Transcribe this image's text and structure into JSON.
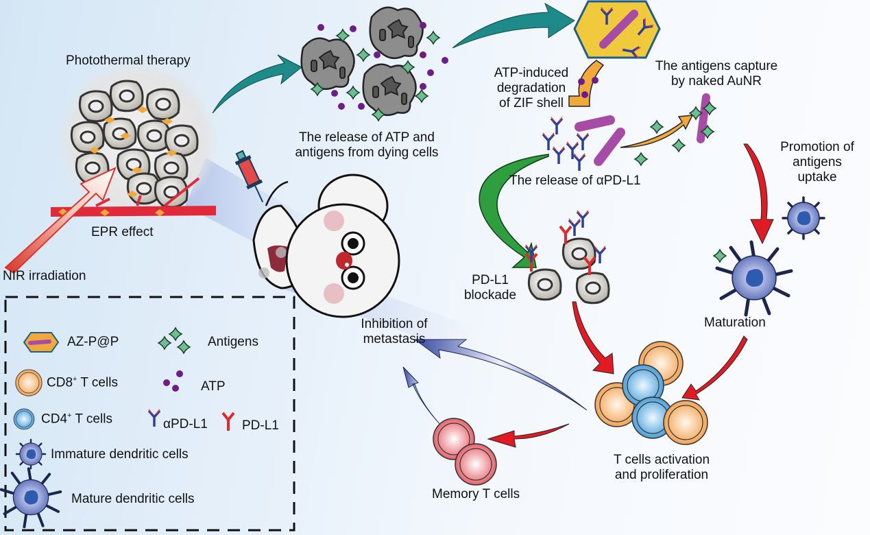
{
  "title": "Schematic of AZ-P@P photothermal immunotherapy mechanism",
  "labels": {
    "photothermal": "Photothermal therapy",
    "epr": "EPR effect",
    "nir": "NIR irradiation",
    "release_atp_1": "The release of ATP and",
    "release_atp_2": "antigens from dying cells",
    "atp_degrade_1": "ATP-induced",
    "atp_degrade_2": "degradation",
    "atp_degrade_3": "of ZIF shell",
    "capture_1": "The antigens capture",
    "capture_2": "by naked AuNR",
    "release_apdl1": "The release of αPD-L1",
    "promotion_1": "Promotion of",
    "promotion_2": "antigens",
    "promotion_3": "uptake",
    "pdl1_block_1": "PD-L1",
    "pdl1_block_2": "blockade",
    "maturation": "Maturation",
    "inhibition_1": "Inhibition of",
    "inhibition_2": "metastasis",
    "tcell_act_1": "T cells activation",
    "tcell_act_2": "and proliferation",
    "memory": "Memory T cells"
  },
  "legend": {
    "azpp": "AZ-P@P",
    "antigens": "Antigens",
    "cd8_main": "CD8",
    "cd8_sup": "+",
    "cd8_rest": " T cells",
    "atp": "ATP",
    "cd4_main": "CD4",
    "cd4_sup": "+",
    "cd4_rest": " T cells",
    "apdl1": "αPD-L1",
    "pdl1": "PD-L1",
    "immature_dc": "Immature dendritic cells",
    "mature_dc": "Mature dendritic cells"
  },
  "colors": {
    "teal_arrow": "#1f8a8a",
    "orange_arrow": "#f2a93b",
    "green_arrow": "#2e9e3e",
    "red_arrow": "#e01b24",
    "antigen": "#6cc08f",
    "atp": "#6b1e8a",
    "hex_fill": "#f0c93c",
    "hex_stroke": "#1d5f8c",
    "aunr": "#a64ca6",
    "cd8": "#f4a95b",
    "cd4": "#5aaee0",
    "memory": "#e8646c",
    "dc": "#6a7dc4"
  }
}
